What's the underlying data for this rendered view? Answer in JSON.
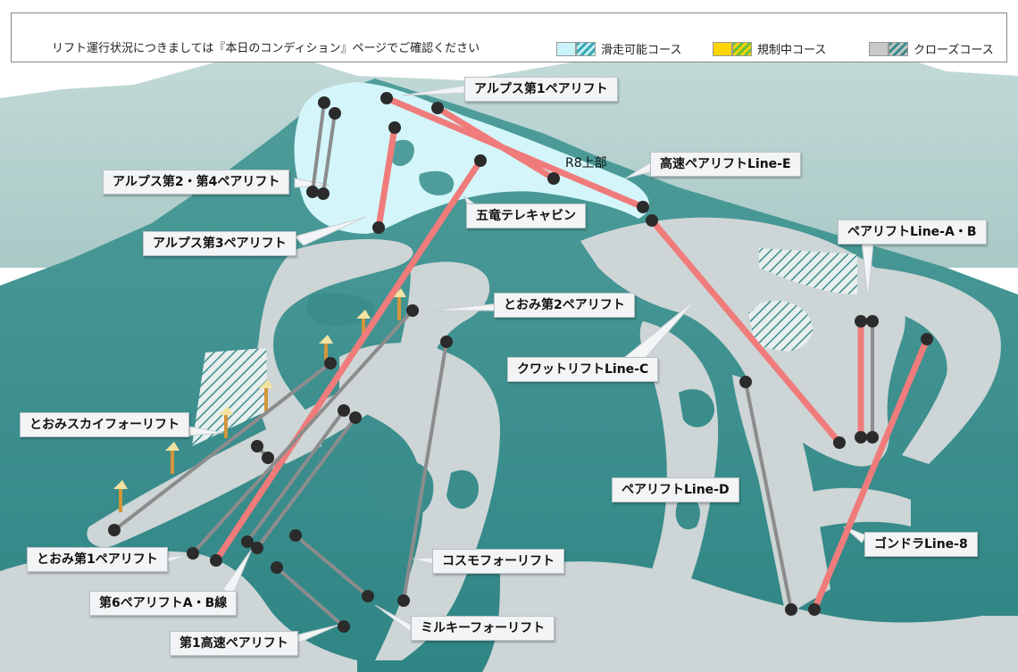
{
  "legend": {
    "note": "リフト運行状況につきましては『本日のコンディション』ページでご確認ください",
    "items": [
      {
        "label": "滑走可能コース",
        "color": "#c9f3f8",
        "hatch": "#3aaab5"
      },
      {
        "label": "規制中コース",
        "color": "#ffd400",
        "hatch": "#6cbf3a"
      },
      {
        "label": "クローズコース",
        "color": "#c8c8c8",
        "hatch": "#3c8e8e"
      }
    ]
  },
  "place_label": "R8上部",
  "lifts": [
    {
      "name": "アルプス第1ペアリフト",
      "status": "operating"
    },
    {
      "name": "アルプス第2・第4ペアリフト",
      "status": "closed"
    },
    {
      "name": "アルプス第3ペアリフト",
      "status": "operating"
    },
    {
      "name": "高速ペアリフトLine-E",
      "status": "operating"
    },
    {
      "name": "五竜テレキャビン",
      "status": "operating"
    },
    {
      "name": "ペアリフトLine-A・B",
      "status": "operating"
    },
    {
      "name": "とおみ第2ペアリフト",
      "status": "closed"
    },
    {
      "name": "クワットリフトLine-C",
      "status": "closed"
    },
    {
      "name": "とおみスカイフォーリフト",
      "status": "closed"
    },
    {
      "name": "ペアリフトLine-D",
      "status": "closed"
    },
    {
      "name": "ゴンドラLine-8",
      "status": "operating"
    },
    {
      "name": "とおみ第1ペアリフト",
      "status": "closed"
    },
    {
      "name": "コスモフォーリフト",
      "status": "closed"
    },
    {
      "name": "第6ペアリフトA・B線",
      "status": "closed"
    },
    {
      "name": "ミルキーフォーリフト",
      "status": "closed"
    },
    {
      "name": "第1高速ペアリフト",
      "status": "closed"
    }
  ],
  "colors": {
    "operating_line": "#f07b7b",
    "closed_line": "#8c8c8c",
    "terminal": "#2b2b2b",
    "sky": "#ffffff",
    "mountain_far": "#b2cfcd",
    "slope": "#3b8d8c",
    "run_closed": "#cdd5d6",
    "run_open": "#d4f6fa"
  }
}
